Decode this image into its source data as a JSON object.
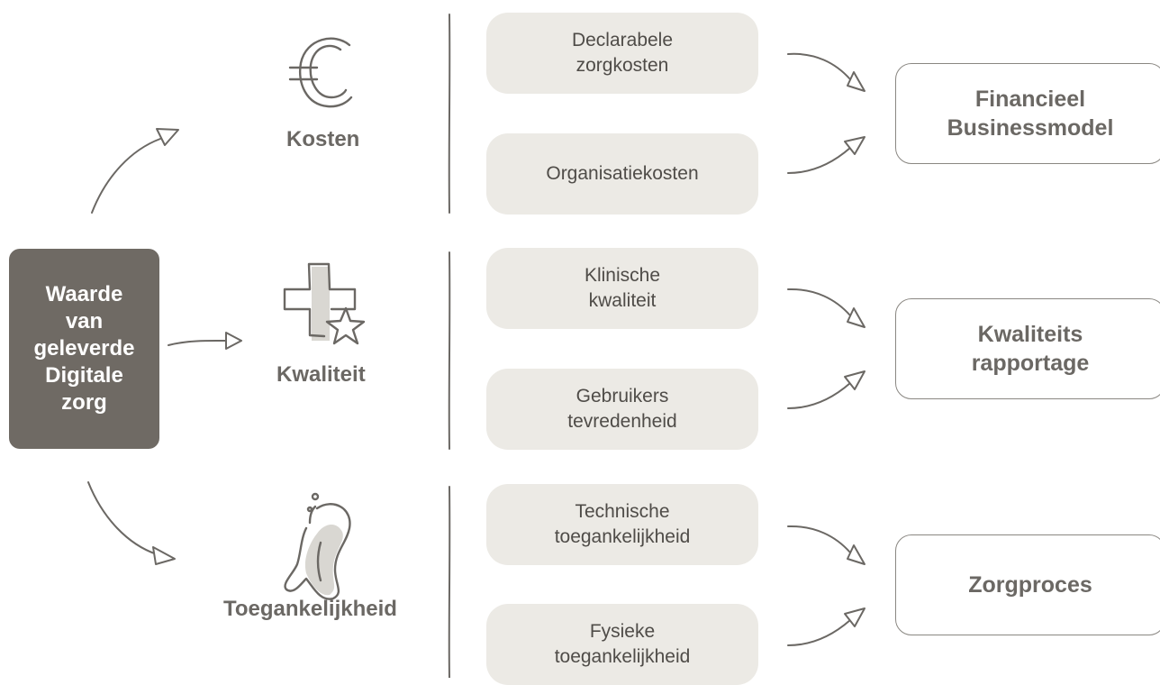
{
  "main": {
    "lines": [
      "Waarde",
      "van",
      "geleverde",
      "Digitale",
      "zorg"
    ]
  },
  "categories": [
    {
      "label": "Kosten",
      "icon": "euro-icon"
    },
    {
      "label": "Kwaliteit",
      "icon": "cross-star-icon"
    },
    {
      "label": "Toegankelijkheid",
      "icon": "blob-figure-icon"
    }
  ],
  "items": [
    {
      "lines": [
        "Declarabele",
        "zorgkosten"
      ]
    },
    {
      "lines": [
        "Organisatiekosten"
      ]
    },
    {
      "lines": [
        "Klinische",
        "kwaliteit"
      ]
    },
    {
      "lines": [
        "Gebruikers",
        "tevredenheid"
      ]
    },
    {
      "lines": [
        "Technische",
        "toegankelijkheid"
      ]
    },
    {
      "lines": [
        "Fysieke",
        "toegankelijkheid"
      ]
    }
  ],
  "outcomes": [
    {
      "lines": [
        "Financieel",
        "Businessmodel"
      ]
    },
    {
      "lines": [
        "Kwaliteits",
        "rapportage"
      ]
    },
    {
      "lines": [
        "Zorgproces"
      ]
    }
  ],
  "colors": {
    "main_box": "#6f6a64",
    "item_box": "#eceae5",
    "line": "#6b6864",
    "text": "#575450"
  }
}
